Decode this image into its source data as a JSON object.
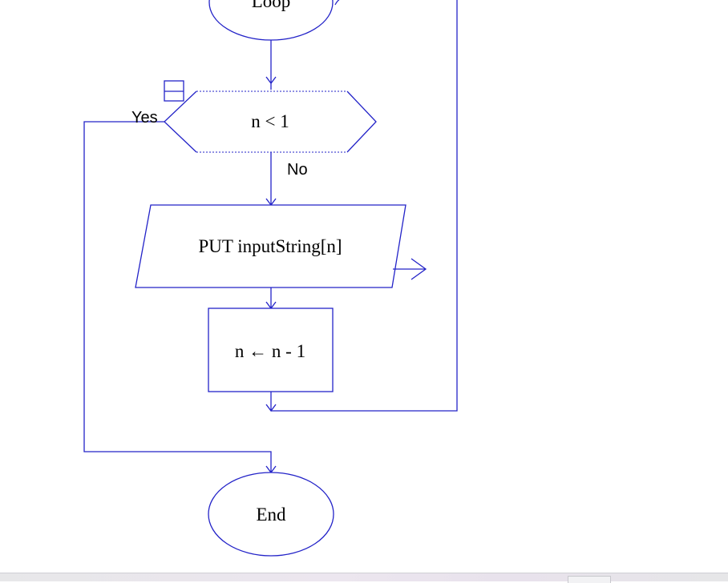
{
  "flowchart": {
    "loop_label": "Loop",
    "decision_label": "n < 1",
    "yes_label": "Yes",
    "no_label": "No",
    "output_label": "PUT inputString[n]",
    "process_label": "n ← n - 1",
    "end_label": "End"
  },
  "colors": {
    "line": "#2323c8",
    "text": "#000000",
    "background": "#ffffff"
  },
  "icons": {
    "collapse_toggle": "collapse-toggle-icon",
    "output_arrow": "output-arrow-icon"
  }
}
